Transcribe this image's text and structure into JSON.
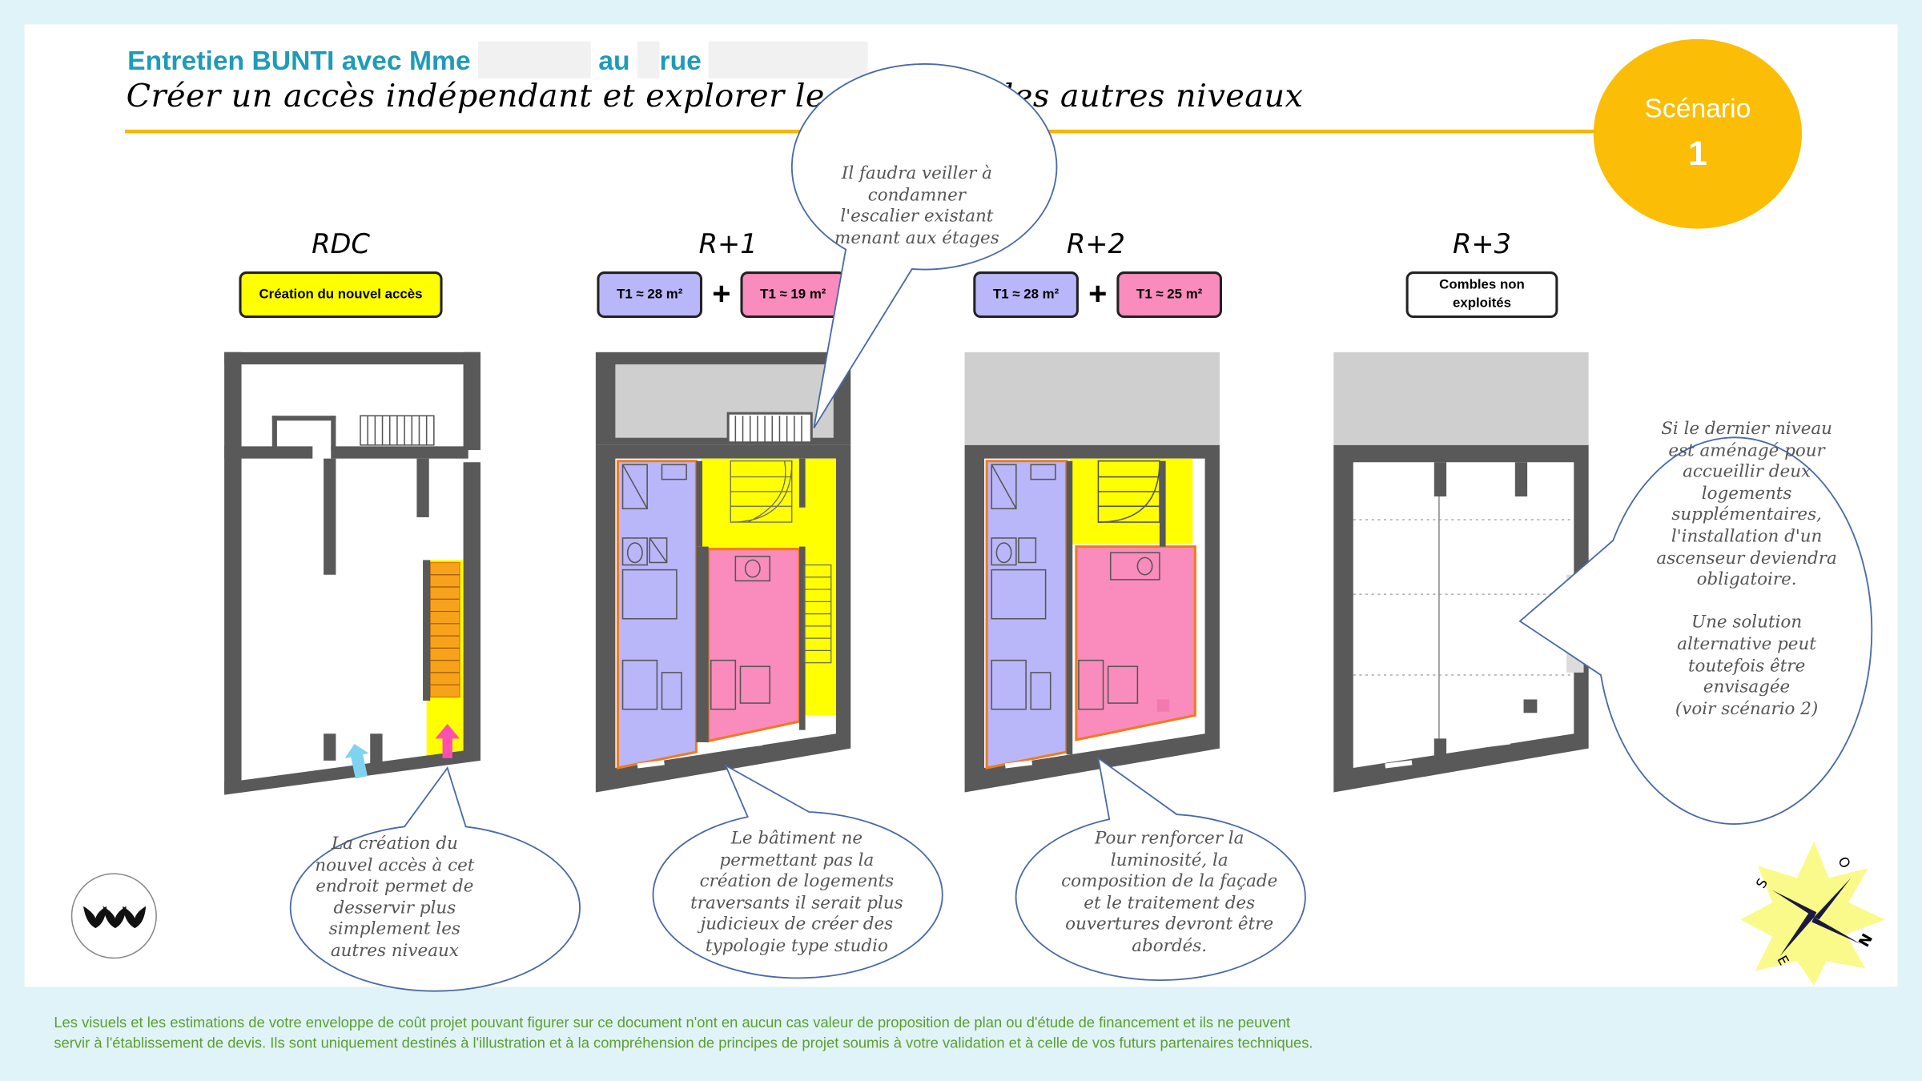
{
  "header": {
    "line1_prefix": "Entretien BUNTI avec Mme",
    "line1_au": "au",
    "line1_rue": "rue",
    "subtitle": "Créer un accès indépendant et explorer le potentiel des autres niveaux"
  },
  "scenario": {
    "label": "Scénario",
    "number": "1"
  },
  "levels": [
    {
      "name": "RDC",
      "tags": [
        "Création du nouvel accès"
      ]
    },
    {
      "name": "R+1",
      "tags": [
        "T1 ≈ 28 m²",
        "T1 ≈ 19 m²"
      ]
    },
    {
      "name": "R+2",
      "tags": [
        "T1 ≈ 28 m²",
        "T1 ≈ 25 m²"
      ]
    },
    {
      "name": "R+3",
      "tags": [
        "Combles non",
        "exploités"
      ]
    }
  ],
  "plus_sign": "+",
  "bubbles": {
    "stairs": [
      "Il faudra veiller à",
      "condamner",
      "l'escalier existant",
      "menant aux étages"
    ],
    "access": [
      "La création du",
      "nouvel accès à cet",
      "endroit permet de",
      "desservir plus",
      "simplement les",
      "autres niveaux"
    ],
    "studio": [
      "Le bâtiment ne",
      "permettant pas la",
      "création de logements",
      "traversants il serait plus",
      "judicieux de créer des",
      "typologie type studio"
    ],
    "light": [
      "Pour renforcer la",
      "luminosité, la",
      "composition de la façade",
      "et le traitement des",
      "ouvertures devront être",
      "abordés."
    ],
    "elevator": [
      "Si le dernier niveau",
      "est aménagé pour",
      "accueillir deux",
      "logements",
      "supplémentaires,",
      "l'installation d'un",
      "ascenseur deviendra",
      "obligatoire.",
      "",
      "Une solution",
      "alternative peut",
      "toutefois être",
      "envisagée",
      "(voir scénario 2)"
    ]
  },
  "compass": {
    "n": "N",
    "s": "S",
    "e": "E",
    "o": "O"
  },
  "footer": [
    "Les visuels et les estimations de votre enveloppe de coût projet pouvant figurer sur ce document n'ont en aucun cas valeur de proposition de plan ou d'étude de financement et ils ne peuvent",
    "servir à l'établissement de devis. Ils sont uniquement destinés à l'illustration et à la compréhension de principes de projet soumis à votre validation et à celle de vos futurs  partenaires techniques."
  ],
  "colors": {
    "background": "#e0f3f8",
    "title_blue": "#1e9bb8",
    "accent_yellow": "#f5b700",
    "scenario_circle": "#fbbd05",
    "tag_yellow": "#ffff00",
    "unit_blue": "#b9b6f9",
    "unit_pink": "#f98cbc",
    "stair_yellow": "#ffff00",
    "wall_gray": "#595959",
    "roof_gray": "#cfcfcf",
    "footer_green": "#5aa02c"
  }
}
